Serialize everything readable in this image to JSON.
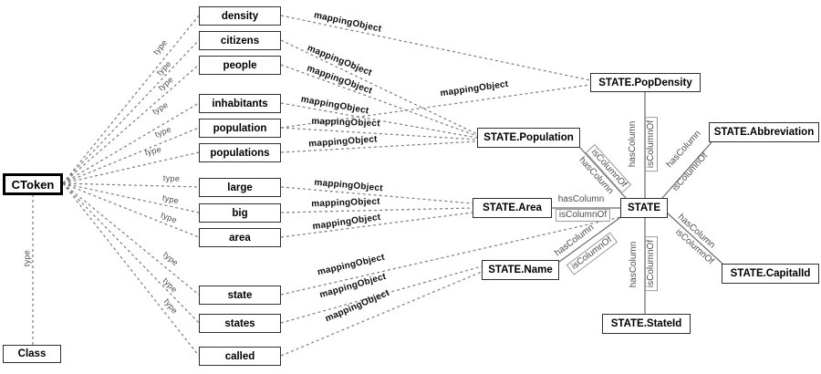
{
  "colors": {
    "background": "#ffffff",
    "node_border": "#2f2f2f",
    "ctoken_border": "#000000",
    "dashed_edge": "#7d7d7d",
    "solid_edge": "#6b6b6b",
    "muted_label": "#4d4d4d",
    "text": "#000000"
  },
  "nodes": {
    "ctoken": "CToken",
    "class_node": "Class",
    "tokens": [
      "density",
      "citizens",
      "people",
      "inhabitants",
      "population",
      "populations",
      "large",
      "big",
      "area",
      "state",
      "states",
      "called"
    ],
    "columns": {
      "pop_density": "STATE.PopDensity",
      "population": "STATE.Population",
      "abbreviation": "STATE.Abbreviation",
      "area": "STATE.Area",
      "state_table": "STATE",
      "name": "STATE.Name",
      "capital_id": "STATE.CapitalId",
      "state_id": "STATE.StateId"
    }
  },
  "labels": {
    "type": "type",
    "mapping_object": "mappingObject",
    "has_column": "hasColumn",
    "is_column_of": "isColumnOf"
  },
  "relations": {
    "type_edges": [
      {
        "source": "density",
        "target": "CToken",
        "label": "type"
      },
      {
        "source": "citizens",
        "target": "CToken",
        "label": "type"
      },
      {
        "source": "people",
        "target": "CToken",
        "label": "type"
      },
      {
        "source": "inhabitants",
        "target": "CToken",
        "label": "type"
      },
      {
        "source": "population",
        "target": "CToken",
        "label": "type"
      },
      {
        "source": "populations",
        "target": "CToken",
        "label": "type"
      },
      {
        "source": "large",
        "target": "CToken",
        "label": "type"
      },
      {
        "source": "big",
        "target": "CToken",
        "label": "type"
      },
      {
        "source": "area",
        "target": "CToken",
        "label": "type"
      },
      {
        "source": "state",
        "target": "CToken",
        "label": "type"
      },
      {
        "source": "states",
        "target": "CToken",
        "label": "type"
      },
      {
        "source": "called",
        "target": "CToken",
        "label": "type"
      },
      {
        "source": "CToken",
        "target": "Class",
        "label": "type"
      }
    ],
    "mapping_edges": [
      {
        "source": "density",
        "target": "STATE.PopDensity",
        "label": "mappingObject"
      },
      {
        "source": "citizens",
        "target": "STATE.Population",
        "label": "mappingObject"
      },
      {
        "source": "people",
        "target": "STATE.Population",
        "label": "mappingObject"
      },
      {
        "source": "inhabitants",
        "target": "STATE.Population",
        "label": "mappingObject"
      },
      {
        "source": "population",
        "target": "STATE.PopDensity",
        "label": "mappingObject"
      },
      {
        "source": "population",
        "target": "STATE.Population",
        "label": "mappingObject"
      },
      {
        "source": "populations",
        "target": "STATE.Population",
        "label": "mappingObject"
      },
      {
        "source": "large",
        "target": "STATE.Area",
        "label": "mappingObject"
      },
      {
        "source": "big",
        "target": "STATE.Area",
        "label": "mappingObject"
      },
      {
        "source": "area",
        "target": "STATE.Area",
        "label": "mappingObject"
      },
      {
        "source": "state",
        "target": "STATE",
        "label": "mappingObject"
      },
      {
        "source": "states",
        "target": "STATE.Name",
        "label": "mappingObject"
      },
      {
        "source": "called",
        "target": "STATE.Name",
        "label": "mappingObject"
      }
    ],
    "column_edges": [
      {
        "table": "STATE",
        "column": "STATE.PopDensity",
        "labels": [
          "hasColumn",
          "isColumnOf"
        ]
      },
      {
        "table": "STATE",
        "column": "STATE.Population",
        "labels": [
          "hasColumn",
          "isColumnOf"
        ]
      },
      {
        "table": "STATE",
        "column": "STATE.Abbreviation",
        "labels": [
          "hasColumn",
          "isColumnOf"
        ]
      },
      {
        "table": "STATE",
        "column": "STATE.Area",
        "labels": [
          "hasColumn",
          "isColumnOf"
        ]
      },
      {
        "table": "STATE",
        "column": "STATE.Name",
        "labels": [
          "hasColumn",
          "isColumnOf"
        ]
      },
      {
        "table": "STATE",
        "column": "STATE.CapitalId",
        "labels": [
          "hasColumn",
          "isColumnOf"
        ]
      },
      {
        "table": "STATE",
        "column": "STATE.StateId",
        "labels": [
          "hasColumn",
          "isColumnOf"
        ]
      }
    ]
  }
}
